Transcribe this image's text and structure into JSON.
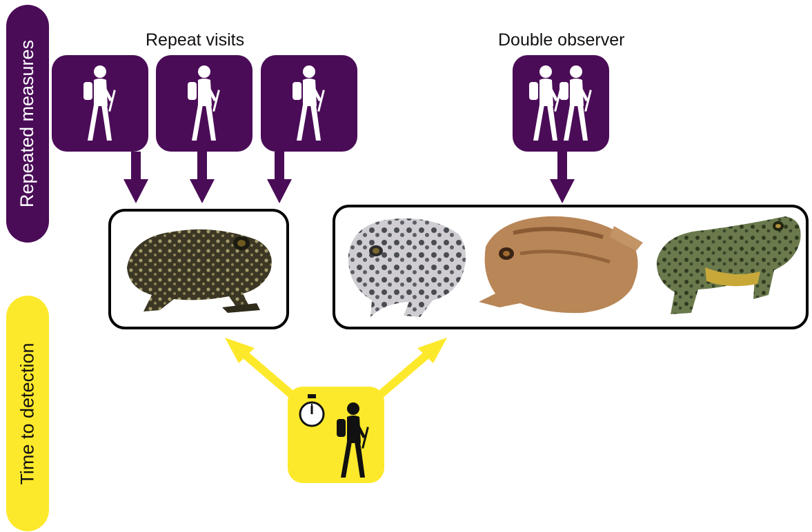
{
  "side_labels": {
    "repeated_measures": "Repeated measures",
    "time_to_detection": "Time to detection"
  },
  "headings": {
    "repeat_visits": "Repeat visits",
    "double_observer": "Double observer"
  },
  "colors": {
    "purple": "#4a0c57",
    "yellow": "#fde92c",
    "panel_border": "#000000"
  },
  "icons": {
    "observer": "hiker-icon",
    "timer": "stopwatch-icon"
  }
}
